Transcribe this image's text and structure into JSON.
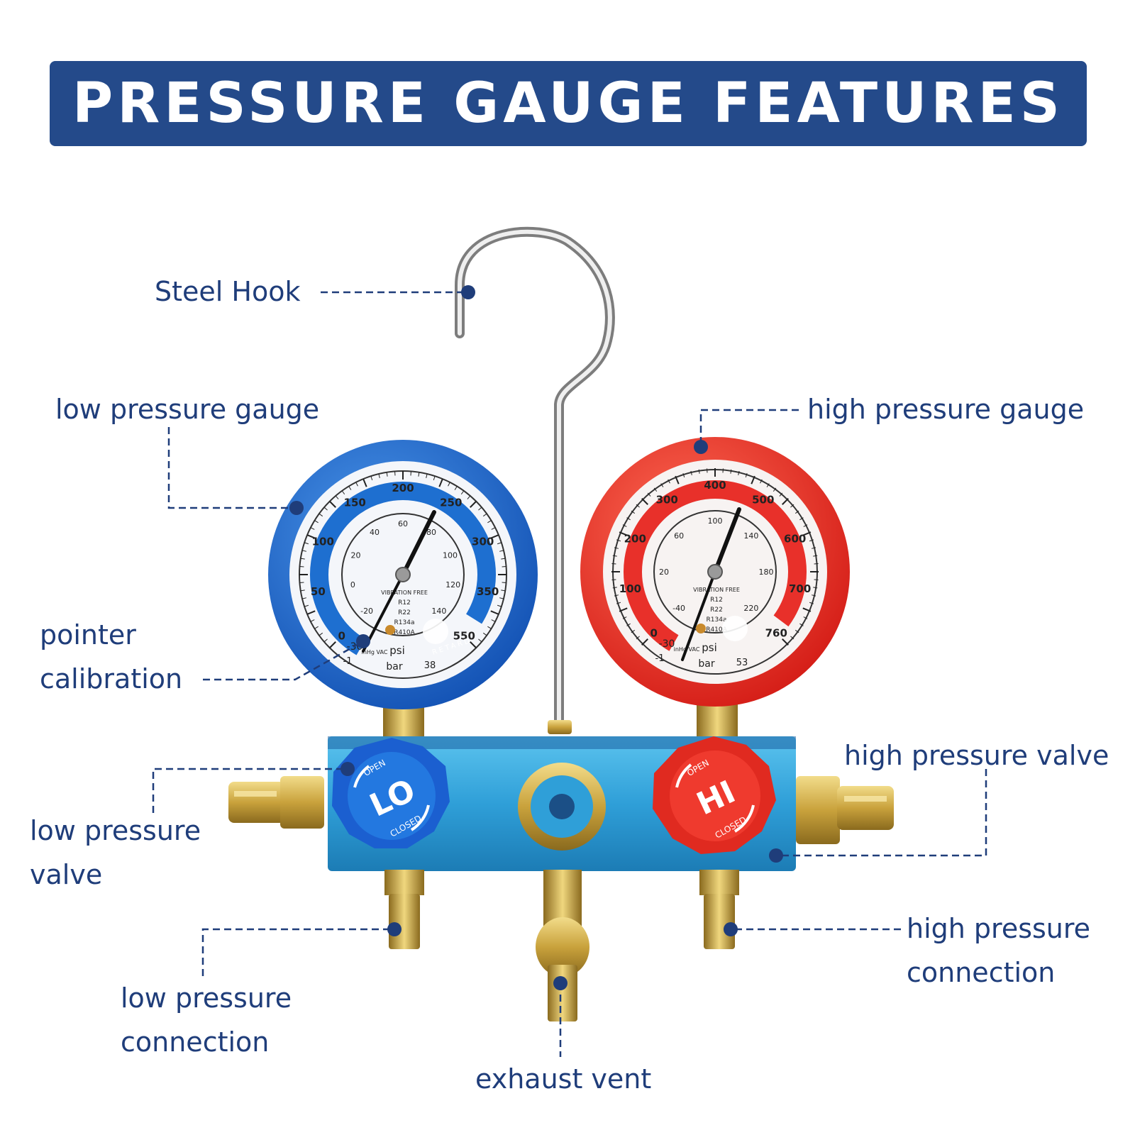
{
  "banner": {
    "title": "PRESSURE GAUGE FEATURES",
    "bg": "#244a8a"
  },
  "callouts": {
    "steel_hook": "Steel Hook",
    "low_gauge": "low pressure gauge",
    "high_gauge": "high pressure gauge",
    "pointer_line1": "pointer",
    "pointer_line2": "calibration",
    "low_valve_line1": "low pressure",
    "low_valve_line2": "valve",
    "high_valve": "high pressure valve",
    "low_conn_line1": "low pressure",
    "low_conn_line2": "connection",
    "high_conn_line1": "high pressure",
    "high_conn_line2": "connection",
    "exhaust": "exhaust vent"
  },
  "gauges": {
    "low": {
      "outer_scale": [
        "0",
        "50",
        "100",
        "150",
        "200",
        "250",
        "300",
        "350",
        "550"
      ],
      "inner_scale": [
        "-20",
        "0",
        "20",
        "40",
        "60",
        "80",
        "100",
        "120",
        "140"
      ],
      "units": [
        "psi",
        "bar",
        "inHg VAC"
      ],
      "refrigerants": [
        "VIBRATION FREE",
        "R12",
        "R22",
        "R134a",
        "R410A"
      ],
      "knob": {
        "label": "LO",
        "open": "OPEN",
        "closed": "CLOSED"
      },
      "retard": "RETARD",
      "vac": "-30",
      "bar_max": "38",
      "bar_min": "-1",
      "color": "#1e6fd0"
    },
    "high": {
      "outer_scale": [
        "0",
        "100",
        "200",
        "300",
        "400",
        "500",
        "600",
        "700",
        "760"
      ],
      "inner_scale": [
        "-40",
        "20",
        "60",
        "100",
        "140",
        "180",
        "220"
      ],
      "units": [
        "psi",
        "bar",
        "inHg VAC"
      ],
      "refrigerants": [
        "VIBRATION FREE",
        "R12",
        "R22",
        "R134a",
        "R410A"
      ],
      "knob": {
        "label": "HI",
        "open": "OPEN",
        "closed": "CLOSED"
      },
      "vac": "-30",
      "bar_max": "53",
      "bar_min": "-1",
      "color": "#e8302a"
    }
  },
  "colors": {
    "label": "#1f3d7a",
    "dot": "#1f3d7a",
    "manifold": "#2f9fd8",
    "brass": "#c9a23c"
  }
}
